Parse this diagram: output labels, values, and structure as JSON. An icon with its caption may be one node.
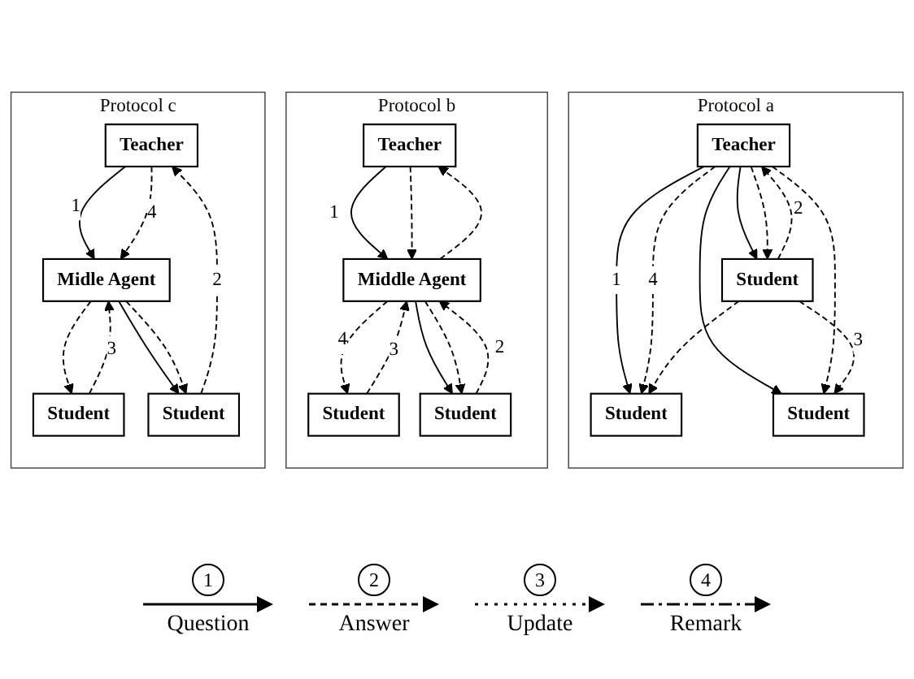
{
  "diagram": {
    "nodes": [
      {
        "text": [
          "Protocol a"
        ]
      },
      {
        "text": [
          "Teacher"
        ],
        "in": 0
      },
      {
        "text": [
          "Student"
        ],
        "in": 0
      },
      {
        "text": [
          "Student"
        ],
        "in": 0
      },
      {
        "text": [
          "Student"
        ],
        "in": 0
      },
      {
        "text": [
          "Protocol b"
        ]
      },
      {
        "text": [
          "Teacher"
        ],
        "in": 5
      },
      {
        "text": [
          "Student"
        ],
        "in": 5
      },
      {
        "text": [
          "Middle Agent"
        ],
        "in": 5
      },
      {
        "text": [
          "Student"
        ],
        "in": 5
      },
      {
        "text": [
          "Protocol c"
        ]
      },
      {
        "text": [
          "Teacher"
        ],
        "in": 10
      },
      {
        "text": [
          "Student"
        ],
        "in": 10
      },
      {
        "text": [
          "Midle Agent"
        ],
        "in": 10
      },
      {
        "text": [
          "Student"
        ],
        "in": 10
      }
    ],
    "edges": [
      {
        "from": 1,
        "to": 2,
        "arrow": "to",
        "label": "1"
      },
      {
        "from": 1,
        "to": 2,
        "arrow": "to",
        "label": "4",
        "style": "dashed"
      },
      {
        "from": 1,
        "to": 3,
        "arrow": "to"
      },
      {
        "from": 1,
        "to": 3,
        "arrow": "to",
        "style": "dashed"
      },
      {
        "from": 4,
        "to": 1,
        "arrow": "to",
        "label": "2",
        "style": "dashed"
      },
      {
        "from": 1,
        "to": 4,
        "arrow": "to"
      },
      {
        "from": 1,
        "to": 4,
        "arrow": "to",
        "style": "dashed"
      },
      {
        "from": 4,
        "to": 2,
        "arrow": "to",
        "style": "dashed"
      },
      {
        "from": 4,
        "to": 3,
        "arrow": "to",
        "label": "3",
        "style": "dashed"
      },
      {
        "from": 6,
        "to": 8,
        "arrow": "to",
        "label": "1"
      },
      {
        "from": 6,
        "to": 8,
        "arrow": "to",
        "style": "dashed"
      },
      {
        "from": 8,
        "to": 6,
        "arrow": "to",
        "style": "dashed"
      },
      {
        "from": 7,
        "to": 8,
        "arrow": "to",
        "label": "3",
        "style": "dashed"
      },
      {
        "from": 8,
        "to": 7,
        "arrow": "to",
        "label": "4",
        "style": "dashed"
      },
      {
        "from": 8,
        "to": 9,
        "arrow": "to"
      },
      {
        "from": 9,
        "to": 8,
        "arrow": "to",
        "label": "2",
        "style": "dashed"
      },
      {
        "from": 8,
        "to": 9,
        "arrow": "to",
        "style": "dashed"
      },
      {
        "from": 11,
        "to": 13,
        "arrow": "to",
        "label": "1"
      },
      {
        "from": 11,
        "to": 13,
        "arrow": "to",
        "label": "4",
        "style": "dashed"
      },
      {
        "from": 13,
        "to": 12,
        "arrow": "to",
        "style": "dashed"
      },
      {
        "from": 14,
        "to": 11,
        "arrow": "to",
        "label": "2",
        "style": "dashed"
      },
      {
        "from": 12,
        "to": 13,
        "arrow": "to",
        "label": "3",
        "style": "dashed"
      },
      {
        "from": 13,
        "to": 14,
        "arrow": "to"
      },
      {
        "from": 13,
        "to": 14,
        "arrow": "to",
        "style": "dashed"
      }
    ],
    "labels": [
      "1",
      "2",
      "3",
      "4"
    ],
    "legend": [
      {
        "text": "Question"
      },
      {
        "text": "Answer"
      },
      {
        "text": "Update"
      },
      {
        "text": "Remark"
      }
    ]
  }
}
